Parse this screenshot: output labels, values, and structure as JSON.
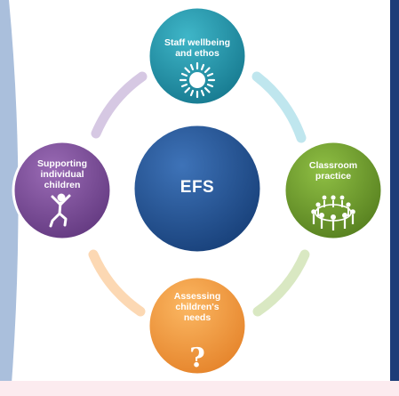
{
  "diagram": {
    "center": {
      "label": "EFS",
      "color": "#1f4f8f"
    },
    "nodes": [
      {
        "id": "staff",
        "lines": [
          "Staff wellbeing",
          "and ethos"
        ],
        "icon": "sun-icon",
        "color": "#1e8fa6"
      },
      {
        "id": "classroom",
        "lines": [
          "Classroom",
          "practice"
        ],
        "icon": "circle-of-people-icon",
        "color": "#6e9c2e"
      },
      {
        "id": "assessing",
        "lines": [
          "Assessing",
          "children's",
          "needs"
        ],
        "icon": "question-mark-icon",
        "color": "#f29a3e"
      },
      {
        "id": "supporting",
        "lines": [
          "Supporting",
          "individual",
          "children"
        ],
        "icon": "jumping-child-icon",
        "color": "#7f4e98"
      }
    ],
    "colors": {
      "left_band": "#aabfdc",
      "right_band": "#1d3d78",
      "bottom_band": "#fcebef",
      "ring_top_right": "#bfe6ee",
      "ring_bottom_right": "#d9e8c2",
      "ring_bottom_left": "#fcd8b3",
      "ring_top_left": "#d6c8e3"
    }
  }
}
